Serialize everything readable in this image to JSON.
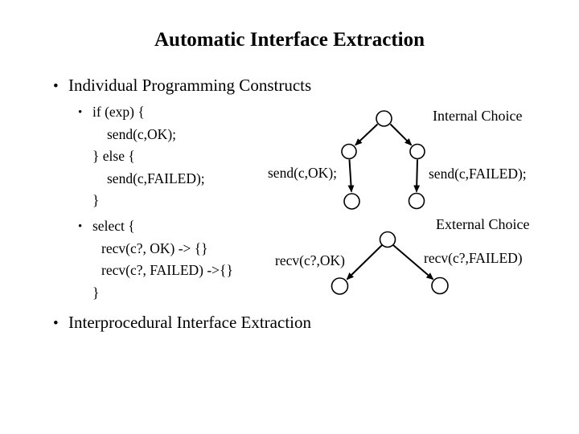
{
  "slide": {
    "title": "Automatic Interface Extraction",
    "bullet_char": "•",
    "bullets": {
      "individual": "Individual Programming Constructs",
      "interprocedural": "Interprocedural Interface Extraction"
    },
    "if_code": {
      "lines": [
        "if (exp) {",
        "send(c,OK);",
        "} else {",
        "send(c,FAILED);",
        "}"
      ]
    },
    "select_code": {
      "lines": [
        "select {",
        "recv(c?, OK) -> {}",
        "recv(c?, FAILED) ->{}",
        "}"
      ]
    },
    "internal_choice": {
      "title": "Internal Choice",
      "left_label": "send(c,OK);",
      "right_label": "send(c,FAILED);"
    },
    "external_choice": {
      "title": "External Choice",
      "left_label": "recv(c?,OK)",
      "right_label": "recv(c?,FAILED)"
    },
    "colors": {
      "background": "#ffffff",
      "text": "#000000"
    }
  }
}
